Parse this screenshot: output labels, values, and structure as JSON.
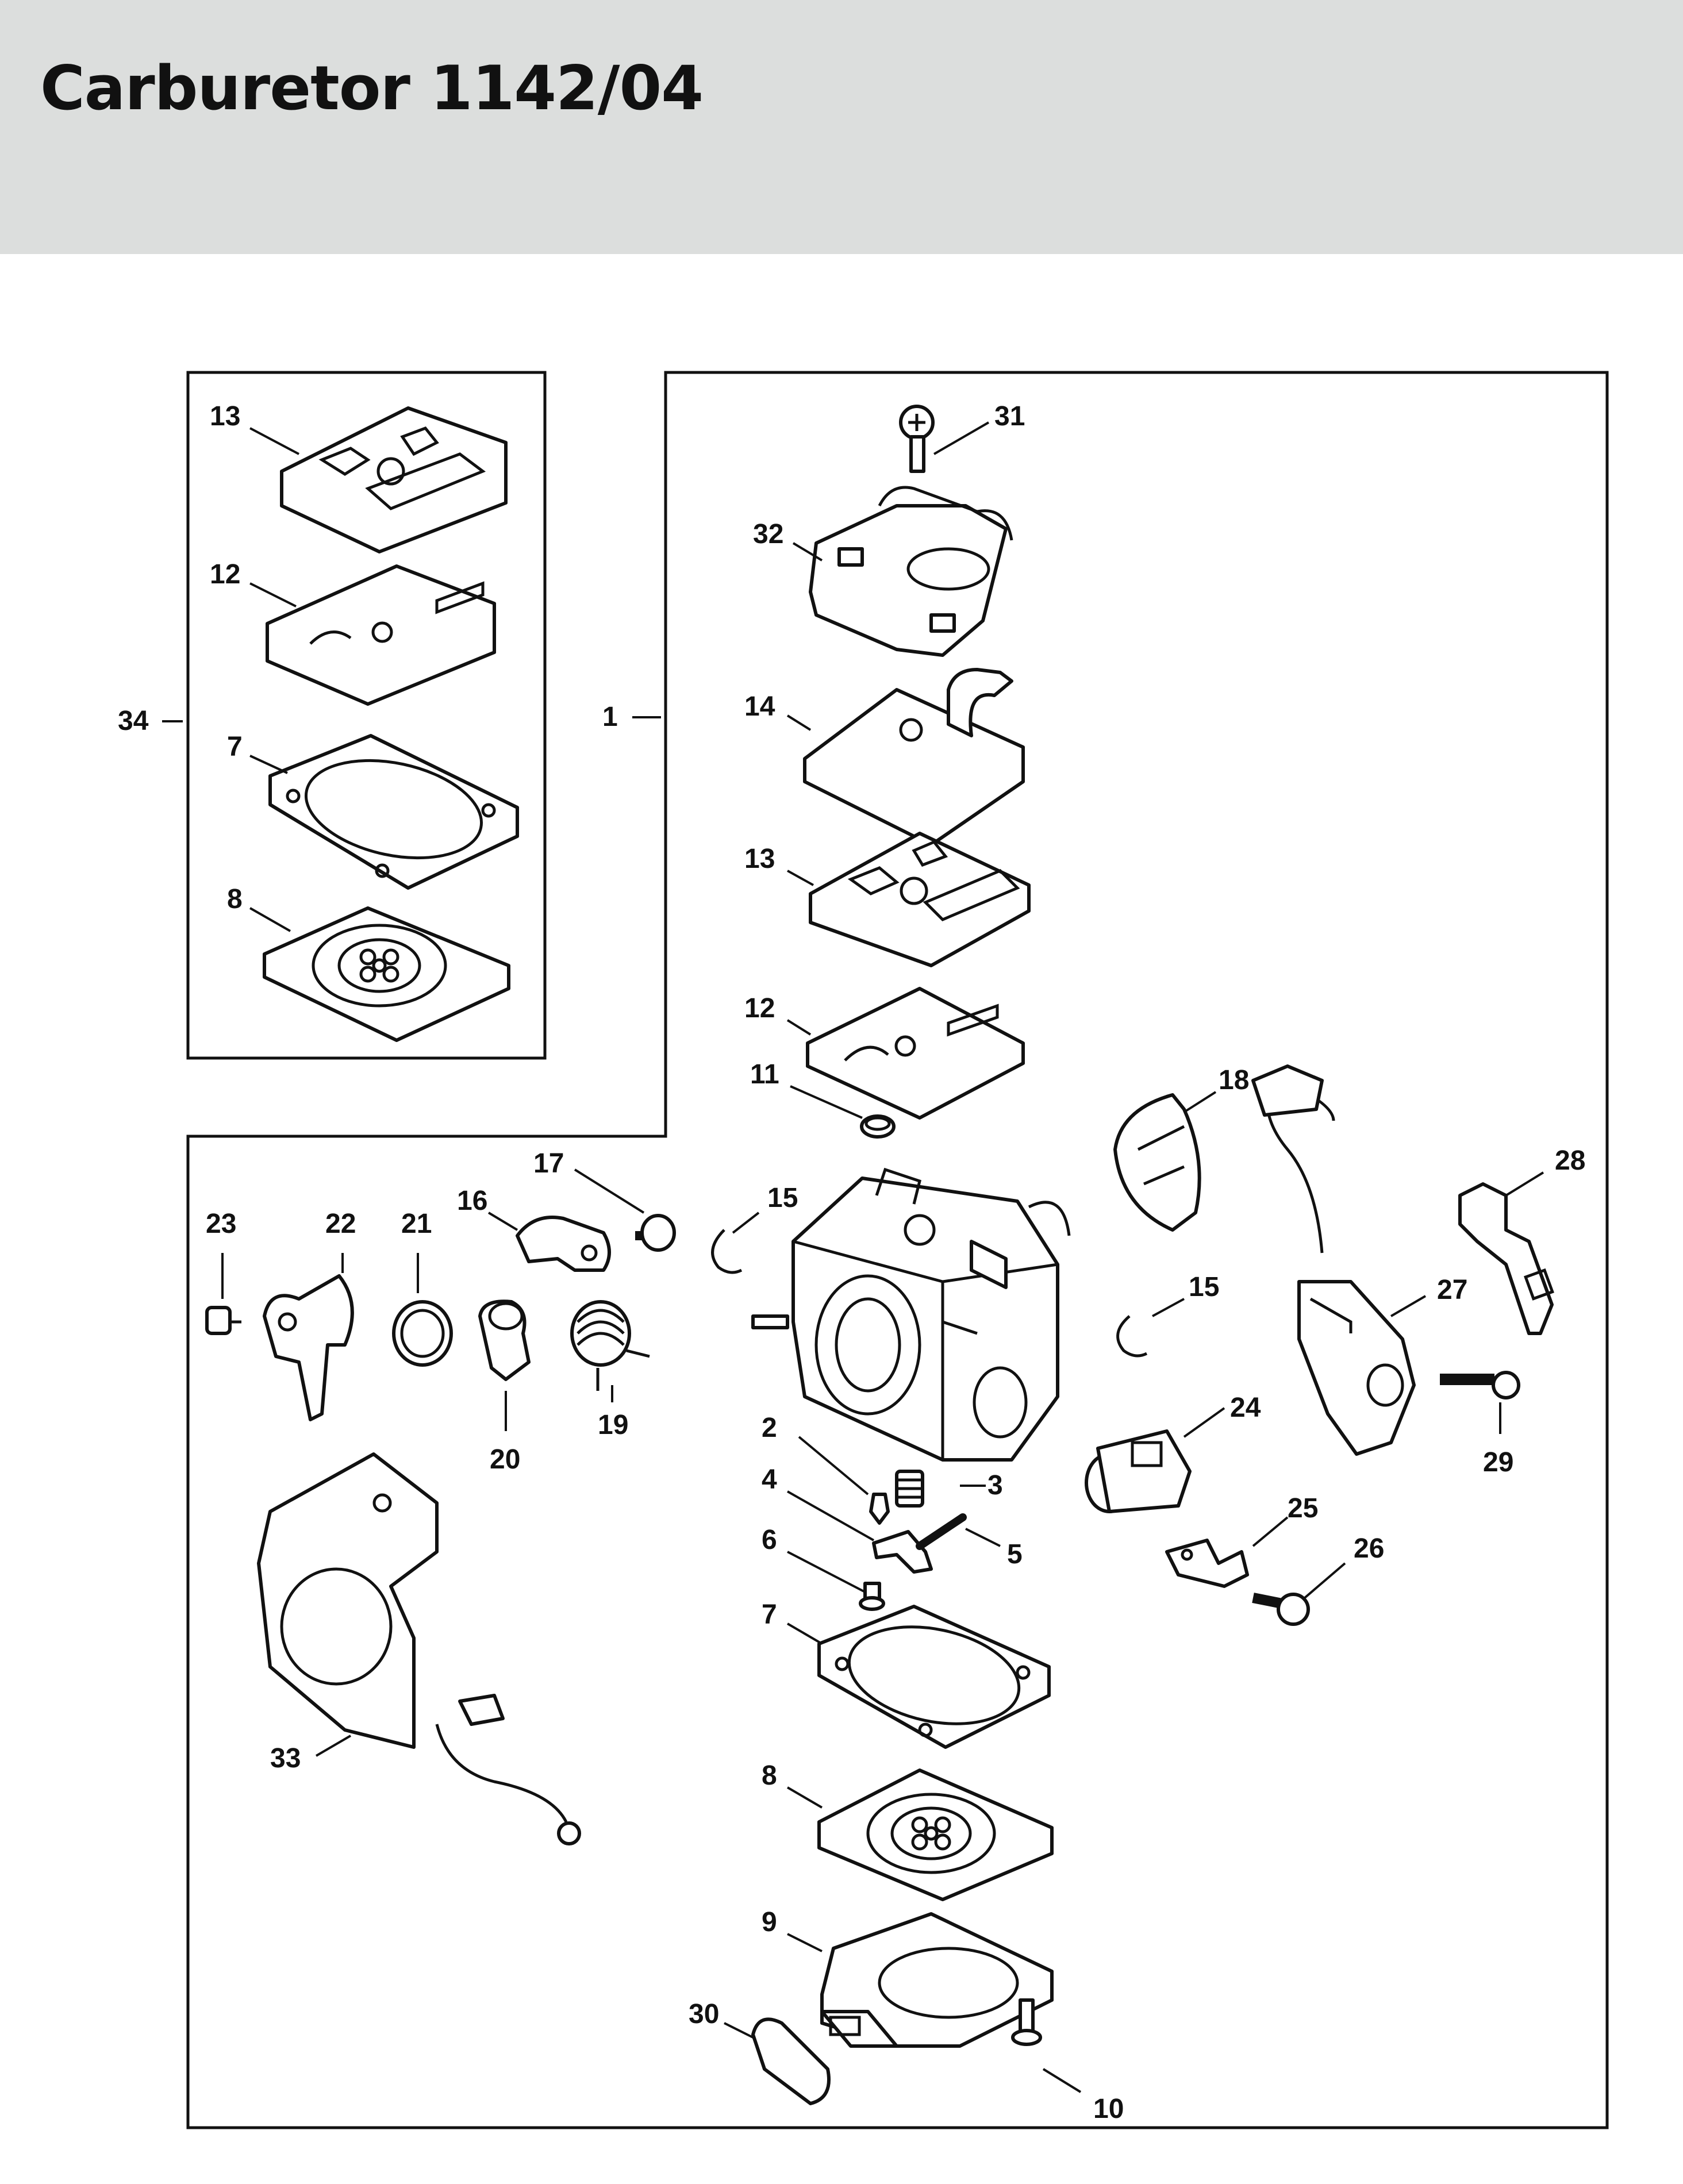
{
  "header": {
    "title": "Carburetor 1142/04"
  },
  "callouts": [
    {
      "id": "c-34",
      "text": "34"
    },
    {
      "id": "c-1",
      "text": "1"
    },
    {
      "id": "c-13a",
      "text": "13"
    },
    {
      "id": "c-12a",
      "text": "12"
    },
    {
      "id": "c-7a",
      "text": "7"
    },
    {
      "id": "c-8a",
      "text": "8"
    },
    {
      "id": "c-31",
      "text": "31"
    },
    {
      "id": "c-32",
      "text": "32"
    },
    {
      "id": "c-14",
      "text": "14"
    },
    {
      "id": "c-13b",
      "text": "13"
    },
    {
      "id": "c-12b",
      "text": "12"
    },
    {
      "id": "c-11",
      "text": "11"
    },
    {
      "id": "c-18",
      "text": "18"
    },
    {
      "id": "c-28",
      "text": "28"
    },
    {
      "id": "c-17",
      "text": "17"
    },
    {
      "id": "c-16",
      "text": "16"
    },
    {
      "id": "c-15a",
      "text": "15"
    },
    {
      "id": "c-15b",
      "text": "15"
    },
    {
      "id": "c-23",
      "text": "23"
    },
    {
      "id": "c-22",
      "text": "22"
    },
    {
      "id": "c-21",
      "text": "21"
    },
    {
      "id": "c-19",
      "text": "19"
    },
    {
      "id": "c-20",
      "text": "20"
    },
    {
      "id": "c-27",
      "text": "27"
    },
    {
      "id": "c-29",
      "text": "29"
    },
    {
      "id": "c-24",
      "text": "24"
    },
    {
      "id": "c-2",
      "text": "2"
    },
    {
      "id": "c-3",
      "text": "3"
    },
    {
      "id": "c-4",
      "text": "4"
    },
    {
      "id": "c-5",
      "text": "5"
    },
    {
      "id": "c-6",
      "text": "6"
    },
    {
      "id": "c-25",
      "text": "25"
    },
    {
      "id": "c-26",
      "text": "26"
    },
    {
      "id": "c-7b",
      "text": "7"
    },
    {
      "id": "c-33",
      "text": "33"
    },
    {
      "id": "c-8b",
      "text": "8"
    },
    {
      "id": "c-9",
      "text": "9"
    },
    {
      "id": "c-30",
      "text": "30"
    },
    {
      "id": "c-10",
      "text": "10"
    }
  ]
}
